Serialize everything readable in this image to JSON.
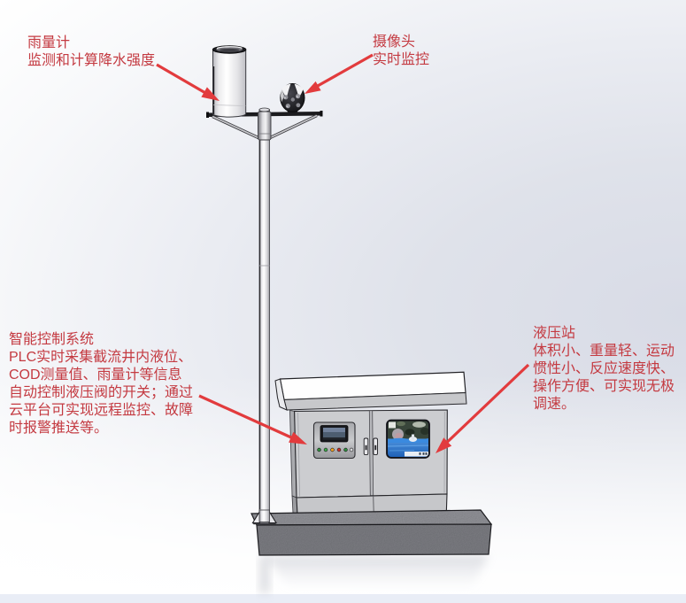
{
  "scene": {
    "background_top": "#fdfdfe",
    "background_mid": "#e0e2ea",
    "background_bottom": "#f7f8fa",
    "floor_strip_color": "#e9edf6"
  },
  "colors": {
    "annotation_text_red": "#c43a41",
    "arrow_red": "#e23b3d",
    "cabinet_gray": "#cccdd0",
    "platform_gray": "#7b7c82",
    "pole_white": "#f4f4f6",
    "camera_dark": "#1b1b1f",
    "window_blue": "#2e7ccc"
  },
  "annotations": {
    "rain_gauge": {
      "title": "雨量计",
      "lines": [
        "监测和计算降水强度"
      ]
    },
    "camera": {
      "title": "摄像头",
      "lines": [
        "实时监控"
      ]
    },
    "smart_control": {
      "title": "智能控制系统",
      "lines": [
        "PLC实时采集截流井内液位、",
        "COD测量值、雨量计等信息",
        "自动控制液压阀的开关；通过",
        "云平台可实现远程监控、故障",
        "时报警推送等。"
      ]
    },
    "hydraulic_station": {
      "title": "液压站",
      "lines": [
        "体积小、重量轻、运动",
        "惯性小、反应速度快、",
        "操作方便、可实现无极",
        "调速。"
      ]
    }
  }
}
